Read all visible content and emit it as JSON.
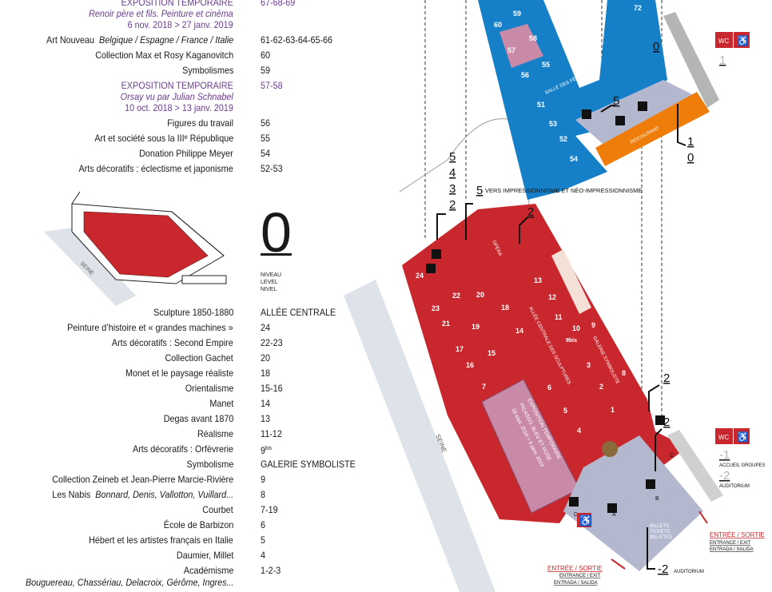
{
  "legend_upper": [
    {
      "label": "EXPOSITION TEMPORAIRE",
      "rooms": "67-68-69",
      "kind": "exhibition",
      "detail": "Renoir père et fils. Peinture et cinéma",
      "dates": "6 nov. 2018 > 27 janv. 2019"
    },
    {
      "label": "Art Nouveau",
      "sub": "Belgique / Espagne / France / Italie",
      "rooms": "61-62-63-64-65-66"
    },
    {
      "label": "Collection Max et Rosy Kaganovitch",
      "rooms": "60"
    },
    {
      "label": "Symbolismes",
      "rooms": "59"
    },
    {
      "label": "EXPOSITION TEMPORAIRE",
      "rooms": "57-58",
      "kind": "exhibition",
      "detail": "Orsay vu par Julian Schnabel",
      "dates": "10 oct. 2018 > 13 janv. 2019"
    },
    {
      "label": "Figures du travail",
      "rooms": "56"
    },
    {
      "label": "Art et société sous la IIIᵉ République",
      "rooms": "55"
    },
    {
      "label": "Donation Philippe Meyer",
      "rooms": "54"
    },
    {
      "label": "Arts décoratifs : éclectisme et japonisme",
      "rooms": "52-53"
    }
  ],
  "level": {
    "number": "0",
    "labels": [
      "NIVEAU",
      "LEVEL",
      "NIVEL"
    ],
    "seine": "SEINE"
  },
  "legend_lower": [
    {
      "label": "Sculpture 1850-1880",
      "rooms": "ALLÉE CENTRALE"
    },
    {
      "label": "Peinture d’histoire et « grandes machines »",
      "rooms": "24"
    },
    {
      "label": "Arts décoratifs : Second Empire",
      "rooms": "22-23"
    },
    {
      "label": "Collection Gachet",
      "rooms": "20"
    },
    {
      "label": "Monet et le paysage réaliste",
      "rooms": "18"
    },
    {
      "label": "Orientalisme",
      "rooms": "15-16"
    },
    {
      "label": "Manet",
      "rooms": "14"
    },
    {
      "label": "Degas avant 1870",
      "rooms": "13"
    },
    {
      "label": "Réalisme",
      "rooms": "11-12"
    },
    {
      "label": "Arts décoratifs : Orfèvrerie",
      "rooms": "9bis"
    },
    {
      "label": "Symbolisme",
      "rooms": "GALERIE SYMBOLISTE"
    },
    {
      "label": "Collection  Zeineb et Jean-Pierre Marcie-Rivière",
      "rooms": "9"
    },
    {
      "label": "Les Nabis",
      "sub": "Bonnard, Denis, Vallotton, Vuillard...",
      "rooms": "8"
    },
    {
      "label": "Courbet",
      "rooms": "7-19"
    },
    {
      "label": "École de Barbizon",
      "rooms": "6"
    },
    {
      "label": "Hébert et les artistes français en Italie",
      "rooms": "5"
    },
    {
      "label": "Daumier, Millet",
      "rooms": "4"
    },
    {
      "label": "Académisme",
      "rooms": "1-2-3",
      "detail": "Bouguereau, Chassériau, Delacroix, Gérôme, Ingres..."
    }
  ],
  "map": {
    "upper_rooms": [
      "60",
      "59",
      "58",
      "57",
      "55",
      "56",
      "51",
      "53",
      "52",
      "54",
      "72"
    ],
    "salle_fetes": "SALLE DES FÊTES",
    "restaurant": "RESTAURANT",
    "lower_rooms": [
      "24",
      "23",
      "22",
      "21",
      "20",
      "17",
      "16",
      "19",
      "15",
      "18",
      "14",
      "13",
      "12",
      "11",
      "10",
      "9",
      "9bis",
      "8",
      "7",
      "6",
      "5",
      "4",
      "3",
      "2",
      "1"
    ],
    "opera": "OPÉRA",
    "allee": "ALLÉE CENTRALE DES SCULPTURES",
    "galerie": "GALERIE SYMBOLISTE",
    "expo": [
      "EXPOSITION TEMPORAIRE",
      "PICASSO. BLEU ET ROSE",
      "18 sept. 2018 > 6 janv. 2019"
    ],
    "vers": "VERS IMPRESSIONNISME ET NÉO-IMPRESSIONNISME",
    "level_links": {
      "stack": [
        "5",
        "4",
        "3",
        "2"
      ],
      "five": "5",
      "two_opera": "2",
      "five_upper": "5",
      "zero_upper": "0",
      "one": "1",
      "zero": "0",
      "one_grey": "1",
      "two_a": "2",
      "two_b": "2",
      "minus1": "-1",
      "minus2": "-2",
      "minus2_bottom": "-2"
    },
    "accueil": "ACCUEIL GROUPES",
    "auditorium": "AUDITORIUM",
    "auditorium_bottom": "AUDITORIUM",
    "billets": [
      "BILLETS",
      "TICKETS",
      "BILLETES"
    ],
    "entrance": [
      "ENTRÉE / SORTIE",
      "ENTRANCE / EXIT",
      "ENTRADA / SALIDA"
    ],
    "elevators": [
      "A",
      "B",
      "C",
      "D"
    ],
    "wc": "WC"
  },
  "colors": {
    "red": "#c8282d",
    "blue": "#1580c8",
    "pink": "#c98aa8",
    "orange": "#ee7d0a",
    "lavender": "#b3b8cf",
    "purple": "#6a3d8f",
    "grey": "#b5b5b5"
  }
}
